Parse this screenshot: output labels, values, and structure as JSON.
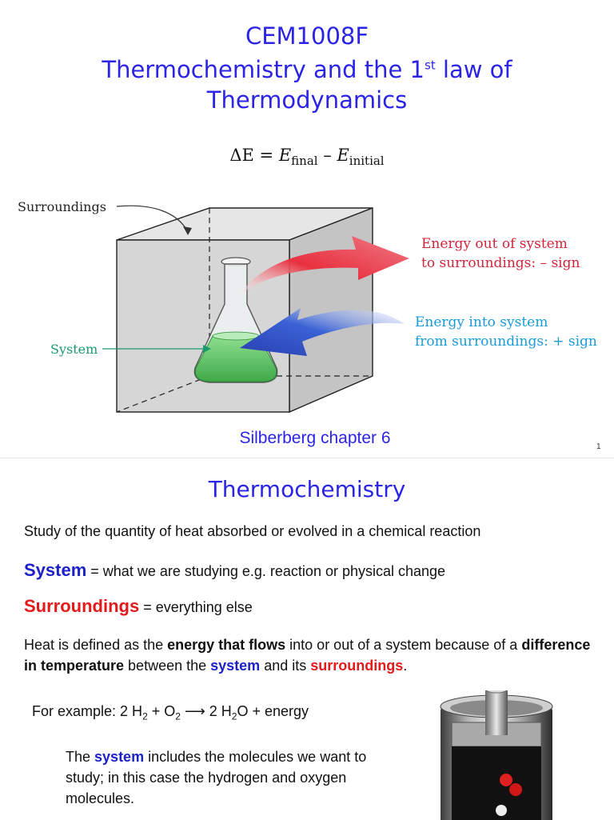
{
  "slide1": {
    "course_code": "CEM1008F",
    "title_part1": "Thermochemistry and the 1",
    "title_sup": "st",
    "title_part2": " law of Thermodynamics",
    "equation": {
      "lhs": "ΔE",
      "eq": " = ",
      "e1": "E",
      "sub1": "final",
      "minus": " – ",
      "e2": "E",
      "sub2": "initial"
    },
    "diagram": {
      "surroundings_label": "Surroundings",
      "system_label": "System",
      "energy_out_line1": "Energy out of system",
      "energy_out_line2": "to surroundings: – sign",
      "energy_in_line1": "Energy into system",
      "energy_in_line2": "from surroundings: + sign",
      "colors": {
        "out": "#d0253a",
        "in": "#1a9bd6",
        "system": "#1a9a6a",
        "box": "#d3d3d3"
      }
    },
    "chapter_ref": "Silberberg chapter 6",
    "page_number": "1"
  },
  "slide2": {
    "title": "Thermochemistry",
    "intro": "Study of the quantity of heat absorbed or evolved in a chemical reaction",
    "system_term": "System",
    "system_def": " = what we are studying e.g. reaction or physical change",
    "surr_term": "Surroundings",
    "surr_def": " = everything else",
    "heat": {
      "t1": "Heat is defined as the ",
      "b1": "energy that flows",
      "t2": " into or out of a system because of a ",
      "b2": "difference in temperature",
      "t3": " between the ",
      "sys": "system",
      "t4": " and its ",
      "surr": "surroundings",
      "t5": "."
    },
    "example": {
      "lead": "For example:  2 H",
      "h2_sub": "2",
      "plus1": "  +  O",
      "o2_sub": "2",
      "arrow": " ⟶ ",
      "prod": "2 H",
      "h2o_sub": "2",
      "prod_tail": "O  +  energy"
    },
    "note": {
      "t1": "The ",
      "sys": "system",
      "t2": " includes the molecules we want to study; in this case the hydrogen and oxygen molecules."
    }
  }
}
